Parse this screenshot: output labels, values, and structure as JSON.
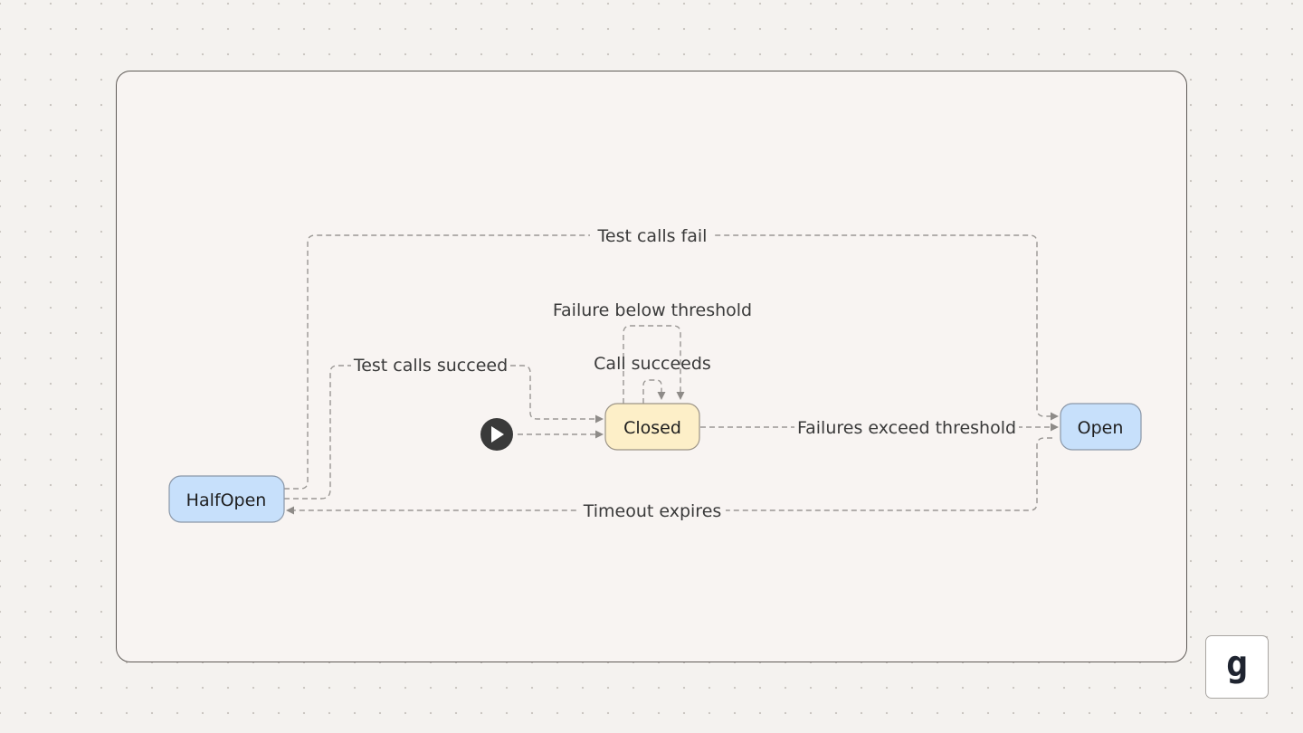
{
  "diagram": {
    "nodes": {
      "closed": "Closed",
      "open": "Open",
      "half_open": "HalfOpen"
    },
    "edges": {
      "test_calls_fail": "Test calls fail",
      "failure_below_threshold": "Failure below threshold",
      "call_succeeds": "Call succeeds",
      "test_calls_succeed": "Test calls succeed",
      "failures_exceed_threshold": "Failures exceed threshold",
      "timeout_expires": "Timeout expires"
    },
    "start_icon": "play-icon",
    "colors": {
      "state_blue": "#c7e0fb",
      "state_yellow": "#fdefc8",
      "edge": "#9a9794"
    }
  },
  "brand": {
    "logo_letter": "g",
    "logo_icon": "brand-logo-icon"
  }
}
